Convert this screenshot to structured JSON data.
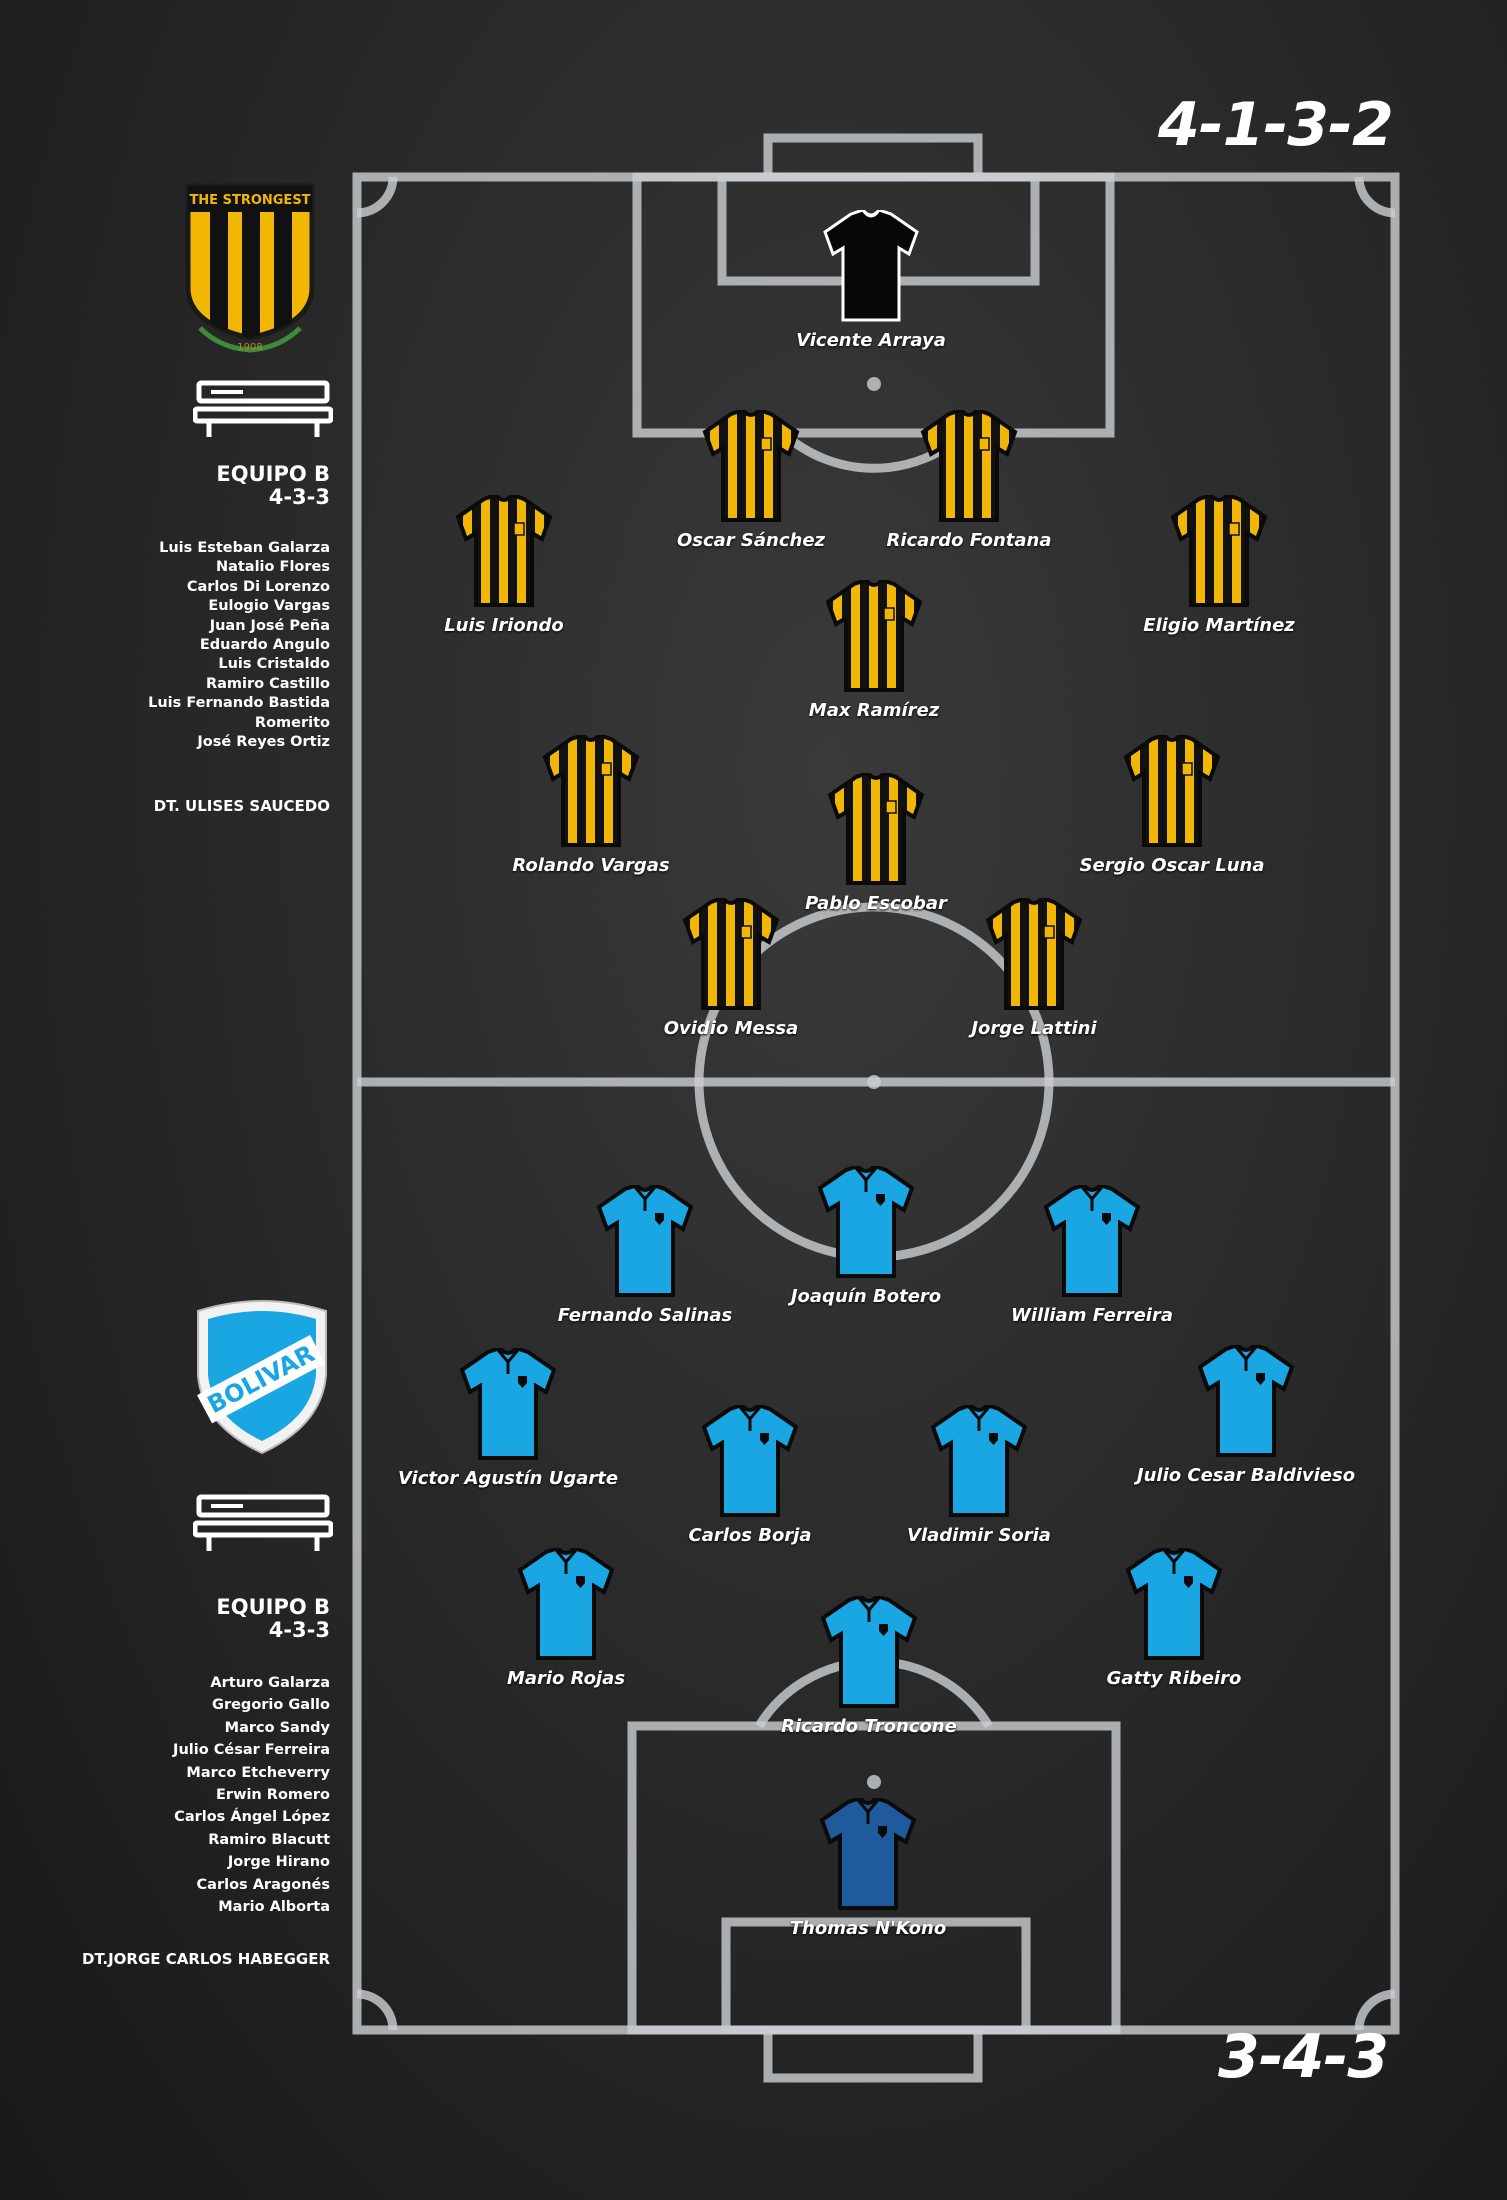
{
  "top_team": {
    "crest_text": "THE STRONGEST",
    "crest_year": "1908",
    "formation": "4-1-3-2",
    "colors": {
      "stripe": "#f2b705",
      "base": "#111111"
    },
    "players": [
      {
        "name": "Vicente Arraya",
        "role": "goalkeeper"
      },
      {
        "name": "Oscar Sánchez"
      },
      {
        "name": "Ricardo Fontana"
      },
      {
        "name": "Luis Iriondo"
      },
      {
        "name": "Eligio Martínez"
      },
      {
        "name": "Max Ramírez"
      },
      {
        "name": "Rolando Vargas"
      },
      {
        "name": "Pablo Escobar"
      },
      {
        "name": "Sergio Oscar Luna"
      },
      {
        "name": "Ovidio Messa"
      },
      {
        "name": "Jorge Lattini"
      }
    ],
    "bench": {
      "title": "EQUIPO B",
      "formation": "4-3-3",
      "players": [
        "Luis Esteban Galarza",
        "Natalio Flores",
        "Carlos Di Lorenzo",
        "Eulogio Vargas",
        "Juan José Peña",
        "Eduardo Angulo",
        "Luis Cristaldo",
        "Ramiro Castillo",
        "Luis Fernando Bastida",
        "Romerito",
        "José Reyes Ortiz"
      ]
    },
    "coach": "DT. ULISES SAUCEDO"
  },
  "bottom_team": {
    "crest_text": "BOLIVAR",
    "formation": "3-4-3",
    "colors": {
      "shirt": "#1aa6e2",
      "goalkeeper": "#1f5a9c",
      "outline": "#0a0a0a"
    },
    "players": [
      {
        "name": "Fernando Salinas"
      },
      {
        "name": "Joaquín Botero"
      },
      {
        "name": "William Ferreira"
      },
      {
        "name": "Victor Agustín Ugarte"
      },
      {
        "name": "Julio Cesar Baldivieso"
      },
      {
        "name": "Carlos Borja"
      },
      {
        "name": "Vladimir  Soria"
      },
      {
        "name": "Mario Rojas"
      },
      {
        "name": "Gatty Ribeiro"
      },
      {
        "name": "Ricardo Troncone"
      },
      {
        "name": "Thomas N'Kono",
        "role": "goalkeeper"
      }
    ],
    "bench": {
      "title": "EQUIPO B",
      "formation": "4-3-3",
      "players": [
        "Arturo Galarza",
        "Gregorio Gallo",
        "Marco Sandy",
        "Julio César Ferreira",
        "Marco Etcheverry",
        "Erwin Romero",
        "Carlos Ángel López",
        "Ramiro Blacutt",
        "Jorge Hirano",
        "Carlos Aragonés",
        "Mario Alborta"
      ]
    },
    "coach": "DT.JORGE CARLOS HABEGGER"
  },
  "icons": {
    "bench": "bench-icon",
    "jersey": "jersey-icon",
    "crest_top": "the-strongest-crest",
    "crest_bottom": "bolivar-crest"
  }
}
